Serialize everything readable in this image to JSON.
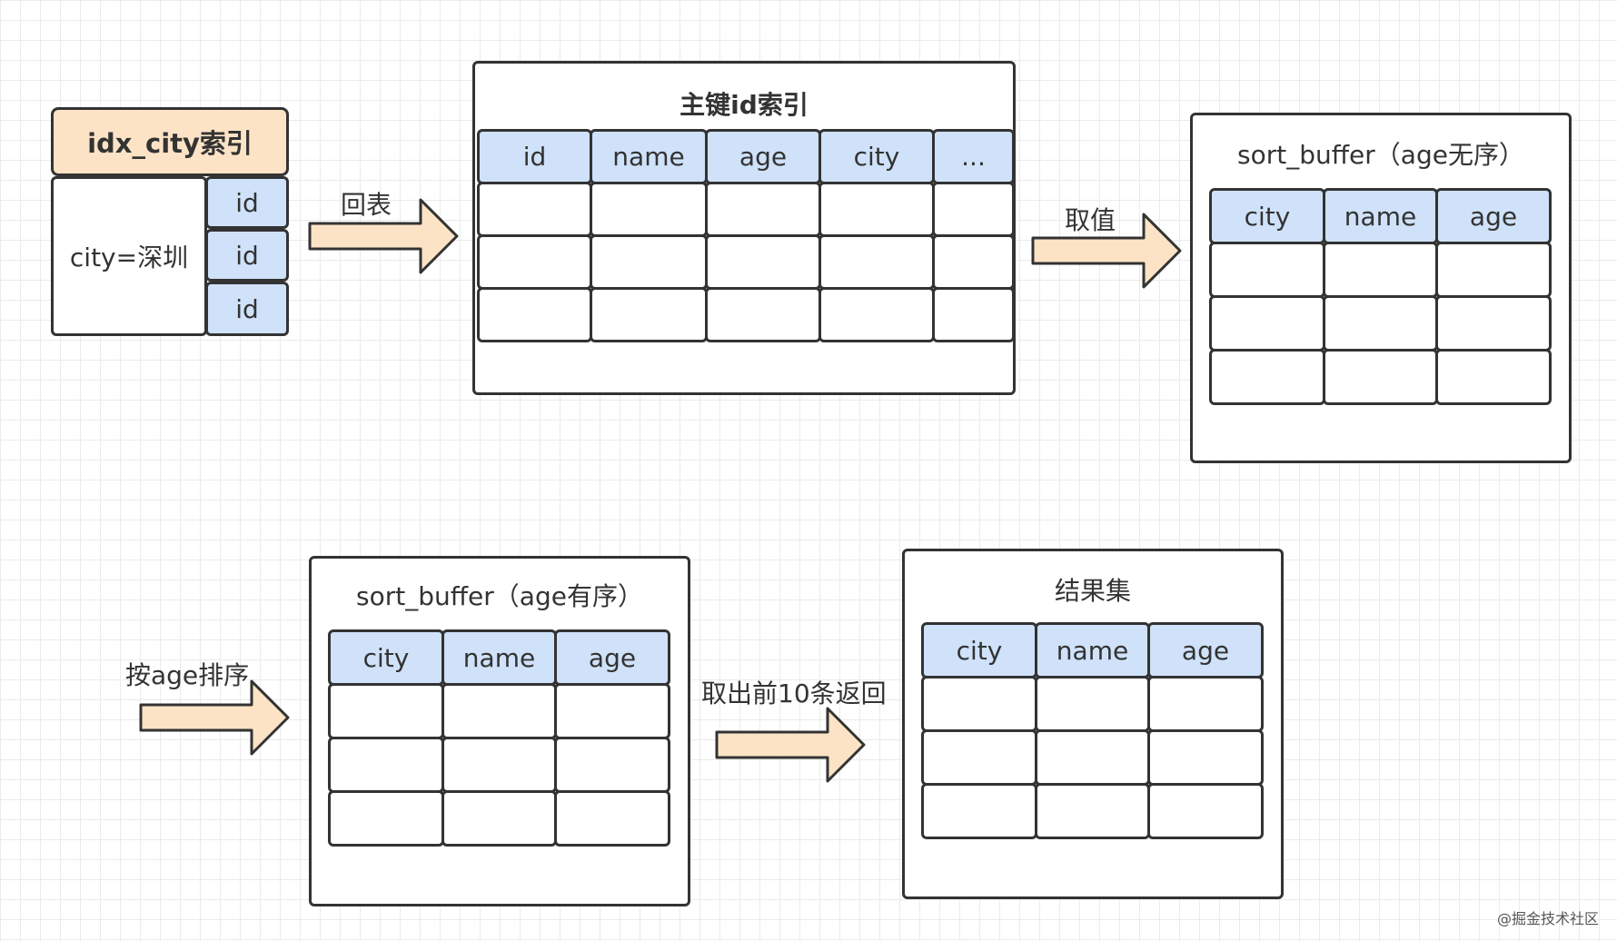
{
  "idx_city": {
    "title": "idx_city索引",
    "key": "city=深圳",
    "ids": [
      "id",
      "id",
      "id"
    ]
  },
  "arrows": {
    "huibiao": "回表",
    "quzhi": "取值",
    "sort_by_age": "按age排序",
    "take_top10": "取出前10条返回"
  },
  "primary_index": {
    "title": "主键id索引",
    "columns": [
      "id",
      "name",
      "age",
      "city",
      "..."
    ]
  },
  "sort_buffer_unsorted": {
    "title": "sort_buffer（age无序）",
    "columns": [
      "city",
      "name",
      "age"
    ]
  },
  "sort_buffer_sorted": {
    "title": "sort_buffer（age有序）",
    "columns": [
      "city",
      "name",
      "age"
    ]
  },
  "result_set": {
    "title": "结果集",
    "columns": [
      "city",
      "name",
      "age"
    ]
  },
  "watermark": "@掘金技术社区",
  "colors": {
    "header_fill": "#cfe2f9",
    "index_title_fill": "#fde3c6",
    "arrow_fill": "#fde3c6",
    "stroke": "#333333"
  }
}
